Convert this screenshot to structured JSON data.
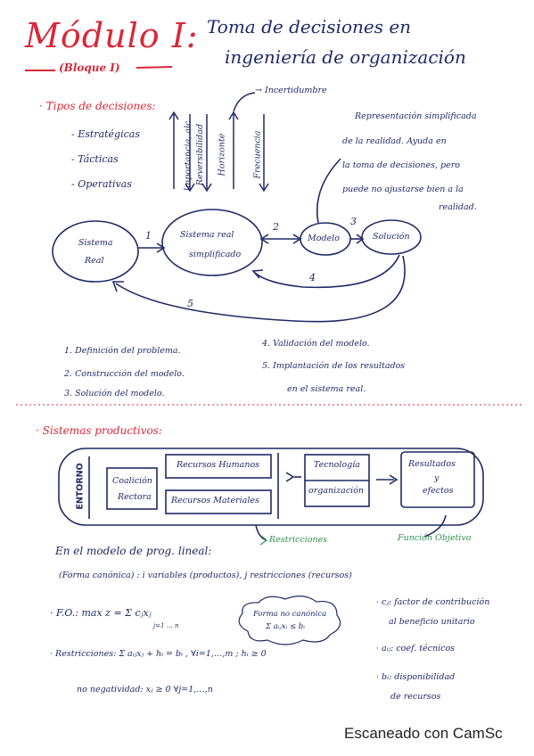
{
  "header": {
    "title": "Módulo I:",
    "subtitle": "(Bloque I)",
    "topic_line1": "Toma de decisiones en",
    "topic_line2": "ingeniería de organización"
  },
  "decision_types": {
    "heading": "· Tipos de decisiones:",
    "items": [
      "- Estratégicas",
      "- Tácticas",
      "- Operativas"
    ],
    "arrow_labels": [
      "Importancia, alc.",
      "Reversibilidad",
      "Horizonte",
      "Frecuencia"
    ],
    "uncertainty": "→ Incertidumbre"
  },
  "note": {
    "line1": "Representación simplificada",
    "line2": "de la realidad. Ayuda en",
    "line3": "la toma de decisiones, pero",
    "line4": "puede no ajustarse bien a la",
    "line5": "realidad."
  },
  "cycle": {
    "sistema_real_1": "Sistema",
    "sistema_real_2": "Real",
    "simplificado_1": "Sistema real",
    "simplificado_2": "simplificado",
    "modelo": "Modelo",
    "solucion": "Solución",
    "n1": "1",
    "n2": "2",
    "n3": "3",
    "n4": "4",
    "n5": "5"
  },
  "steps": [
    "1. Definición del problema.",
    "2. Construcción del modelo.",
    "3. Solución del modelo.",
    "4. Validación del modelo.",
    "5. Implantación de los resultados",
    "en el sistema real."
  ],
  "productive": {
    "heading": "· Sistemas productivos:",
    "entorno": "ENTORNO",
    "coalicion_1": "Coalición",
    "coalicion_2": "Rectora",
    "rec_humanos": "Recursos Humanos",
    "rec_materiales": "Recursos Materiales",
    "tecnologia": "Tecnología",
    "organizacion": "organización",
    "resultados_1": "Resultados",
    "resultados_2": "y",
    "resultados_3": "efectos",
    "restricciones": "Restricciones",
    "funcion_objetivo": "Función Objetivo"
  },
  "lp": {
    "intro": "En el modelo de prog. lineal:",
    "canonical": "(Forma canónica) : i variables (productos), j restricciones (recursos)",
    "fo": "· F.O.:  max z = Σ cⱼxⱼ",
    "fo_limits": "j=1 … n",
    "non_canonical_1": "Forma no canónica",
    "non_canonical_2": "Σ aᵢⱼxᵢ ≤ bᵢ",
    "constraints": "· Restricciones:  Σ aᵢⱼxⱼ + hᵢ = bᵢ ,  ∀i=1,…,m ; hᵢ ≥ 0",
    "nonneg": "no negatividad:  xⱼ ≥ 0    ∀j=1,…,n",
    "def_c_1": "· cⱼ: factor de contribución",
    "def_c_2": "al beneficio unitario",
    "def_a": "· aᵢⱼ: coef. técnicos",
    "def_b_1": "· bᵢ: disponibilidad",
    "def_b_2": "de recursos"
  },
  "footer": "Escaneado con CamSc"
}
